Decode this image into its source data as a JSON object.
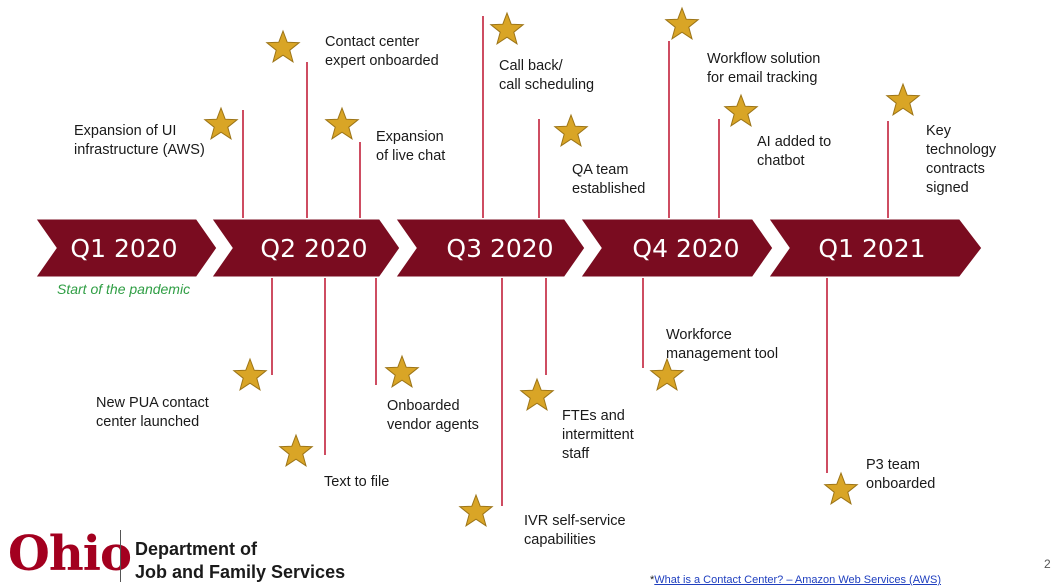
{
  "colors": {
    "arrow": "#7a0c20",
    "connector": "#c1203a",
    "star_fill": "#d9a526",
    "star_stroke": "#9c7417",
    "note": "#2f9e44",
    "logo": "#a3001f"
  },
  "quarters": [
    "Q1 2020",
    "Q2 2020",
    "Q3 2020",
    "Q4 2020",
    "Q1 2021"
  ],
  "note": "Start of the pandemic",
  "events_above": [
    {
      "text": "Expansion of UI\ninfrastructure (AWS)"
    },
    {
      "text": "Contact center\nexpert onboarded"
    },
    {
      "text": "Expansion\nof live chat"
    },
    {
      "text": "Call back/\ncall scheduling"
    },
    {
      "text": "QA team\nestablished"
    },
    {
      "text": "Workflow solution\nfor email tracking"
    },
    {
      "text": "AI added to\nchatbot"
    },
    {
      "text": "Key\ntechnology\ncontracts\nsigned"
    }
  ],
  "events_below": [
    {
      "text": "New PUA contact\ncenter launched"
    },
    {
      "text": "Text to file"
    },
    {
      "text": "Onboarded\nvendor agents"
    },
    {
      "text": "IVR self-service\ncapabilities"
    },
    {
      "text": "FTEs and\nintermittent\nstaff"
    },
    {
      "text": "Workforce\nmanagement tool"
    },
    {
      "text": "P3 team\nonboarded"
    }
  ],
  "logo": {
    "mark": "Ohio",
    "department": "Department of\nJob and Family Services"
  },
  "footnote": {
    "prefix": "*",
    "link_text": "What is a Contact Center? – Amazon Web Services (AWS)"
  },
  "page_number": "2"
}
